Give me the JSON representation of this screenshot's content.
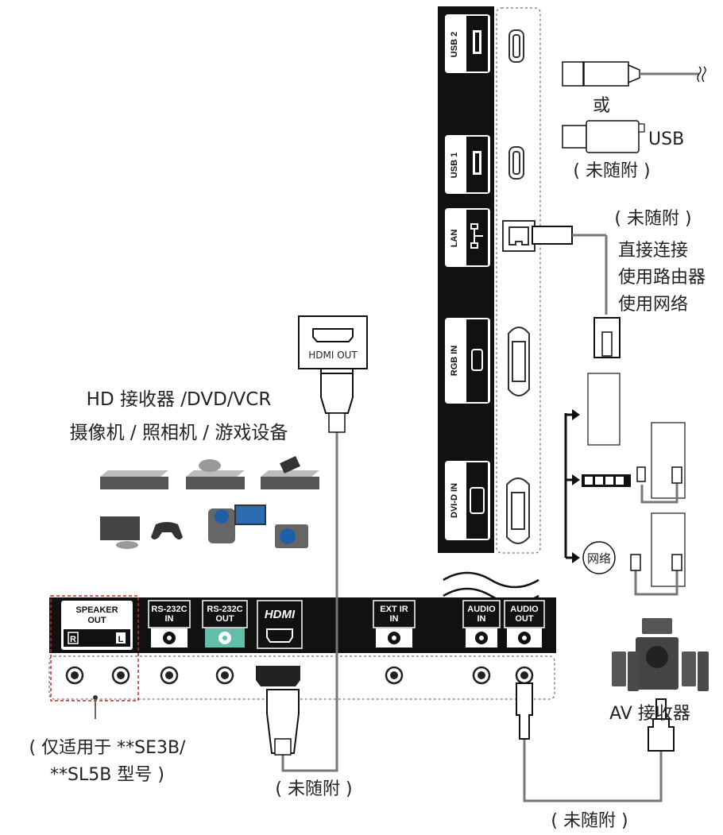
{
  "side_panel": {
    "ports": [
      "USB 2",
      "USB 1",
      "LAN",
      "RGB IN",
      "DVI-D IN"
    ]
  },
  "bottom_panel": {
    "speaker_out_label": "SPEAKER OUT",
    "speaker_r": "R",
    "speaker_l": "L",
    "rs232c_in": "RS-232C IN",
    "rs232c_out": "RS-232C OUT",
    "hdmi_logo": "HDMI",
    "ext_ir_in": "EXT IR IN",
    "audio_in": "AUDIO IN",
    "audio_out": "AUDIO OUT"
  },
  "labels": {
    "hdmi_out": "HDMI OUT",
    "or": "或",
    "usb": "USB",
    "not_included_1": "( 未随附 )",
    "not_included_2": "( 未随附 )",
    "lan_line1": "直接连接",
    "lan_line2": "使用路由器",
    "lan_line3": "使用网络",
    "source_line1": "HD 接收器 /DVD/VCR",
    "source_line2": "摄像机 / 照相机 / 游戏设备",
    "network": "网络",
    "av_receiver": "AV 接收器",
    "model_note_line1": "( 仅适用于 **SE3B/",
    "model_note_line2": "**SL5B 型号 )",
    "not_included_hdmi": "( 未随附 )",
    "not_included_audio": "( 未随附 )"
  }
}
